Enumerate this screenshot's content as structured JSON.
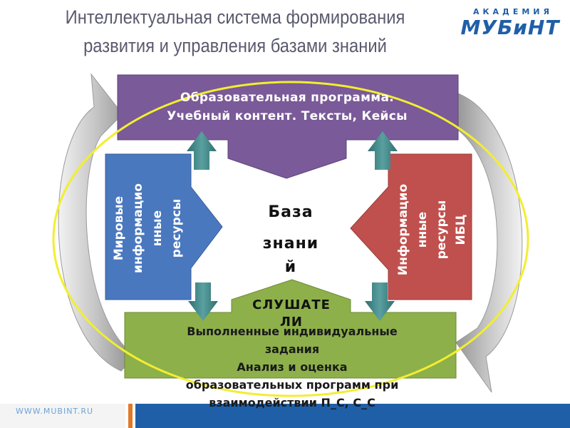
{
  "title": {
    "line1": "Интеллектуальная система формирования",
    "line2": "развития и управления базами знаний"
  },
  "logo": {
    "top": "АКАДЕМИЯ",
    "main": "МУБиНТ"
  },
  "diagram": {
    "top_box": {
      "line1": "Образовательная программа.",
      "line2": "Учебный контент. Тексты, Кейсы"
    },
    "left_box": {
      "line1": "Мировые",
      "line2": "информацио",
      "line3": "нные",
      "line4": "ресурсы"
    },
    "right_box": {
      "line1": "Информацио",
      "line2": "нные",
      "line3": "ресурсы",
      "line4": "ИБЦ"
    },
    "center": {
      "line1": "База",
      "line2": "знани",
      "line3": "й"
    },
    "listeners": {
      "line1": "СЛУШАТЕ",
      "line2": "ЛИ"
    },
    "bottom_box": {
      "line1": "Выполненные индивидуальные",
      "line2": "задания",
      "line3": "Анализ и оценка",
      "line4": "образовательных программ при",
      "line5": "взаимодействии П_С, С_С"
    },
    "colors": {
      "top": "#7a5a98",
      "left": "#4a78bf",
      "right": "#c0504d",
      "bottom": "#8db04a",
      "connector": "#3f8a8a",
      "ellipse": "#f2ee30"
    }
  },
  "footer": {
    "url": "WWW.MUBINT.RU"
  }
}
